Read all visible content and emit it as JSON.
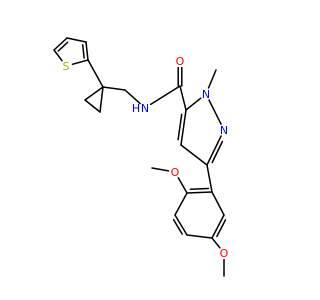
{
  "colors": {
    "bond": "#000000",
    "O": "#ff0000",
    "N": "#0000ff",
    "S": "#b2b200",
    "background": "#ffffff"
  },
  "atoms": {
    "o_amide": "O",
    "nh": "N",
    "h_nh": "H",
    "n1": "N",
    "n2": "N",
    "s": "S",
    "o_meo1": "O",
    "o_meo2": "O"
  }
}
